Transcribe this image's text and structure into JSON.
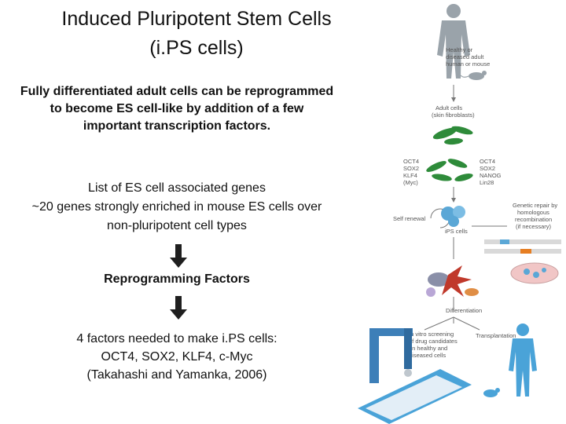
{
  "title": {
    "line1": "Induced Pluripotent Stem Cells",
    "line2": "(i.PS cells)"
  },
  "intro": {
    "line1": "Fully differentiated adult cells can be reprogrammed",
    "line2": "to become ES cell-like by addition of a few",
    "line3": "important transcription factors."
  },
  "genes": {
    "line1": "List of ES cell associated genes",
    "line2": "~20 genes strongly enriched in mouse ES cells over",
    "line3": "non-pluripotent cell types"
  },
  "reprogramming": "Reprogramming Factors",
  "factors": {
    "line1": "4 factors needed to make i.PS cells:",
    "line2": "OCT4, SOX2, KLF4, c-Myc",
    "line3": "(Takahashi and Yamanka, 2006)"
  },
  "figure": {
    "healthy_1": "Healthy or",
    "healthy_2": "diseased adult",
    "healthy_3": "human or mouse",
    "adult_1": "Adult cells",
    "adult_2": "(skin fibroblasts)",
    "left_factor_1": "OCT4",
    "left_factor_2": "SOX2",
    "left_factor_3": "KLF4",
    "left_factor_4": "(Myc)",
    "right_factor_1": "OCT4",
    "right_factor_2": "SOX2",
    "right_factor_3": "NANOG",
    "right_factor_4": "Lin28",
    "self_renewal": "Self renewal",
    "ips_cells": "iPS cells",
    "repair_1": "Genetic repair by",
    "repair_2": "homologous",
    "repair_3": "recombination",
    "repair_4": "(if necessary)",
    "differentiation": "Differentiation",
    "screen_1": "In vitro screening",
    "screen_2": "of drug candidates",
    "screen_3": "on healthy and",
    "screen_4": "diseased cells",
    "transplantation": "Transplantation"
  },
  "colors": {
    "arrow": "#1f1f1f",
    "cell_green": "#2e8b3a",
    "ips_blue": "#5aa7d6",
    "human_blue": "#4aa3d8",
    "silhouette_gray": "#9aa3aa",
    "robot_blue": "#3d7fb8"
  }
}
